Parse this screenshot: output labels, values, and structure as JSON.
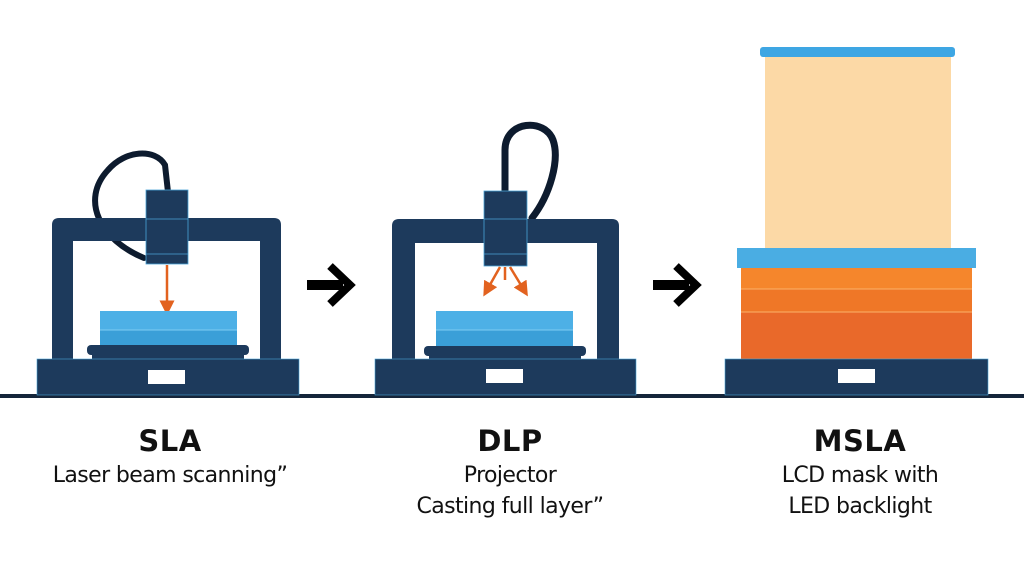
{
  "diagram": {
    "colors": {
      "frame": "#1d3a5c",
      "frame_edge": "#4aa3d8",
      "cable": "#0d1b2e",
      "resin": "#4db0e6",
      "resin_dark": "#3a9fd8",
      "beam": "#e2621f",
      "lcd": "#4aade3",
      "part_light": "#fcd9a6",
      "part_orange_top": "#f5862c",
      "part_orange_bottom": "#e9692a",
      "ground_line": "#15253a",
      "arrow": "#000000",
      "text": "#111111"
    },
    "arrows": [
      {
        "icon": "right-arrow-icon",
        "from": "SLA",
        "to": "DLP"
      },
      {
        "icon": "right-arrow-icon",
        "from": "DLP",
        "to": "MSLA"
      }
    ],
    "printers": [
      {
        "id": "sla",
        "title": "SLA",
        "description_lines": [
          "Laser beam scanning”"
        ],
        "light_source": "laser-beam",
        "beam_rays": 1
      },
      {
        "id": "dlp",
        "title": "DLP",
        "description_lines": [
          "Projector",
          "Casting full layer”"
        ],
        "light_source": "projector",
        "beam_rays": 3
      },
      {
        "id": "msla",
        "title": "MSLA",
        "description_lines": [
          "LCD mask with",
          "LED backlight"
        ],
        "light_source": "lcd-led",
        "part_layers": 3
      }
    ]
  }
}
